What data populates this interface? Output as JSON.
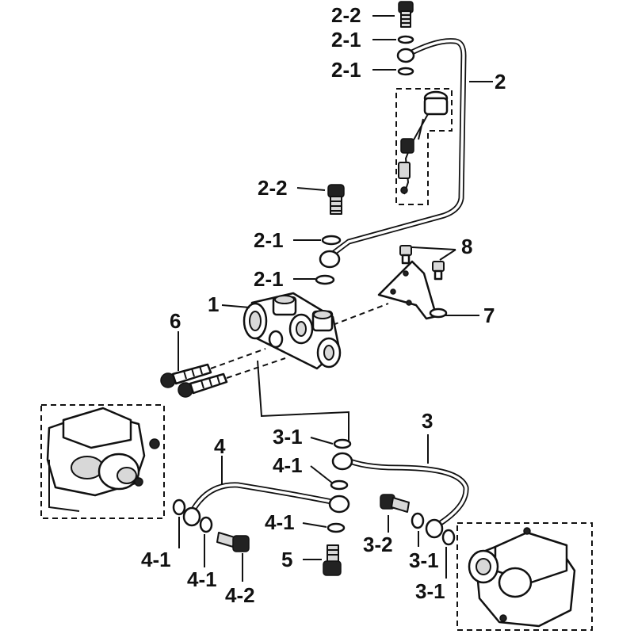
{
  "labels": {
    "p2_2_top": "2-2",
    "p2_1_top_a": "2-1",
    "p2_1_top_b": "2-1",
    "p2": "2",
    "p2_2_mid": "2-2",
    "p2_1_mid_a": "2-1",
    "p2_1_mid_b": "2-1",
    "p8": "8",
    "p1": "1",
    "p7": "7",
    "p6": "6",
    "p3": "3",
    "p3_1_a": "3-1",
    "p4": "4",
    "p4_1_a": "4-1",
    "p4_1_b": "4-1",
    "p3_2": "3-2",
    "p4_1_c": "4-1",
    "p5": "5",
    "p3_1_b": "3-1",
    "p4_1_d": "4-1",
    "p4_2": "4-2",
    "p3_1_c": "3-1"
  }
}
